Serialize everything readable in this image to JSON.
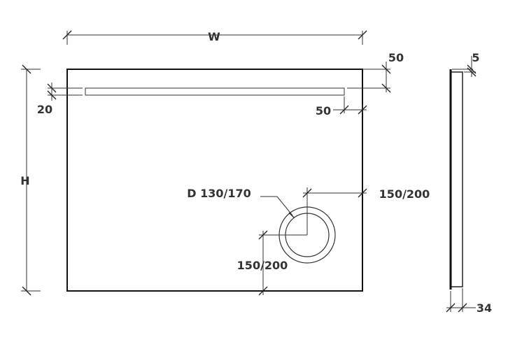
{
  "labels": {
    "width": "W",
    "height": "H",
    "slot_top_offset": "50",
    "slot_height": "20",
    "slot_side_offset": "50",
    "drain_diameter": "D 130/170",
    "drain_offset_x": "150/200",
    "drain_offset_y": "150/200",
    "side_lip": "5",
    "side_thickness": "34"
  }
}
